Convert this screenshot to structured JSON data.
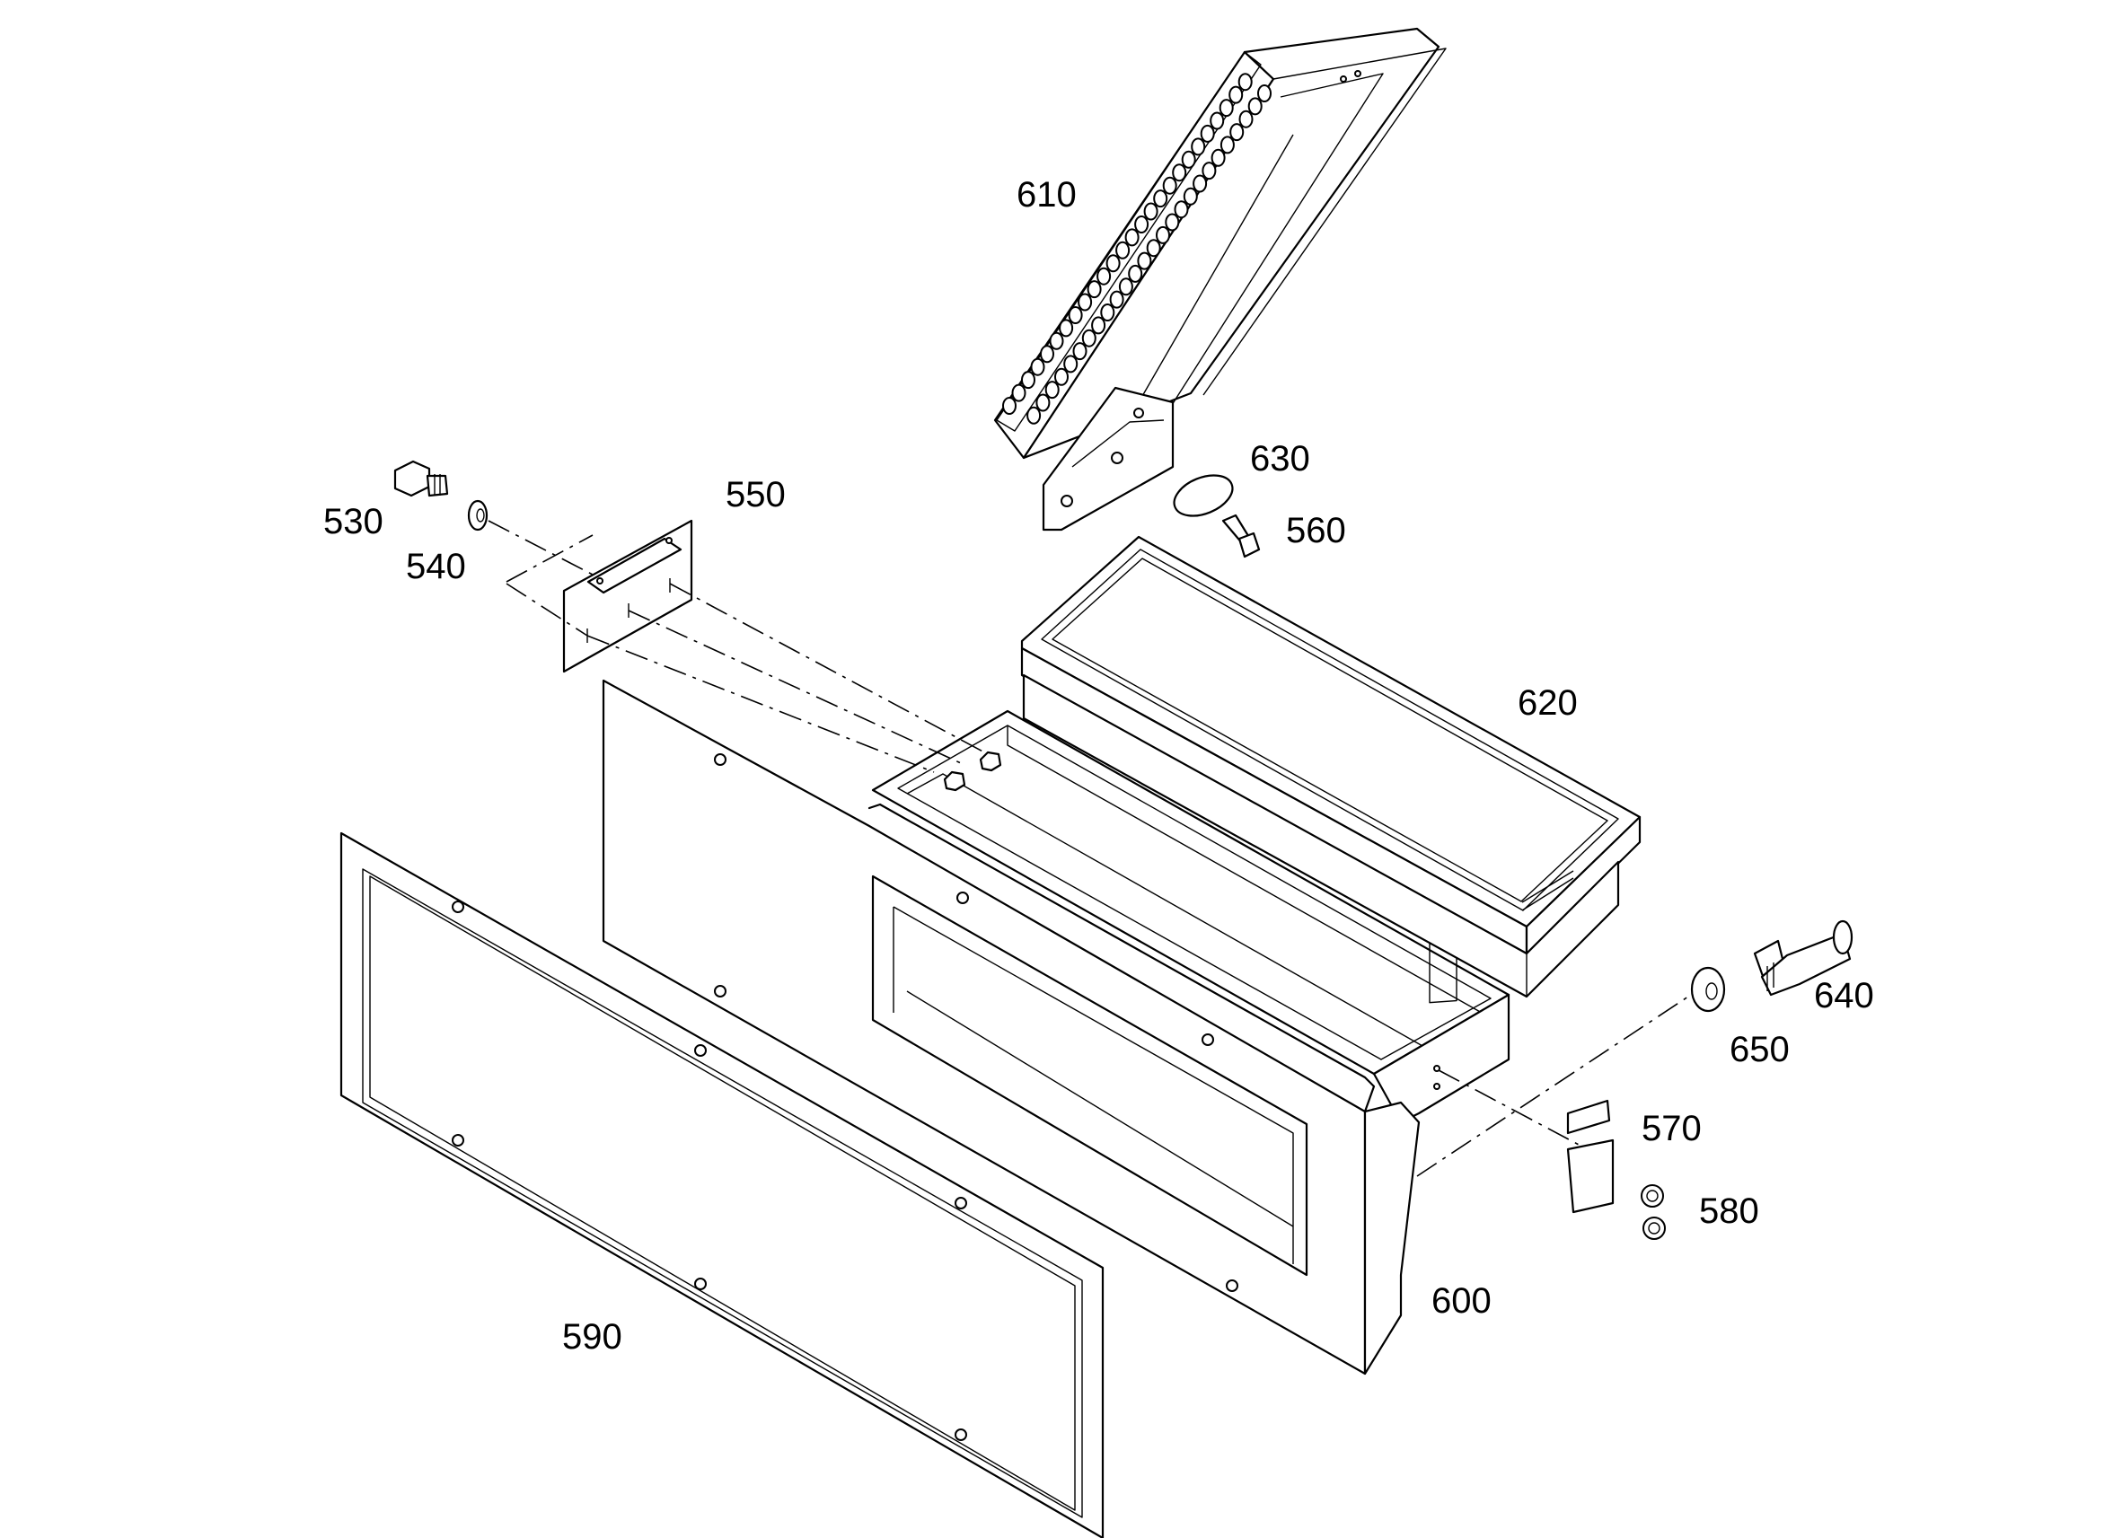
{
  "diagram": {
    "callouts": [
      {
        "id": "p530",
        "text": "530"
      },
      {
        "id": "p540",
        "text": "540"
      },
      {
        "id": "p550",
        "text": "550"
      },
      {
        "id": "p560",
        "text": "560"
      },
      {
        "id": "p570",
        "text": "570"
      },
      {
        "id": "p580",
        "text": "580"
      },
      {
        "id": "p590",
        "text": "590"
      },
      {
        "id": "p600",
        "text": "600"
      },
      {
        "id": "p610",
        "text": "610"
      },
      {
        "id": "p620",
        "text": "620"
      },
      {
        "id": "p630",
        "text": "630"
      },
      {
        "id": "p640",
        "text": "640"
      },
      {
        "id": "p650",
        "text": "650"
      }
    ],
    "line_color": "#000000",
    "background": "#ffffff"
  }
}
